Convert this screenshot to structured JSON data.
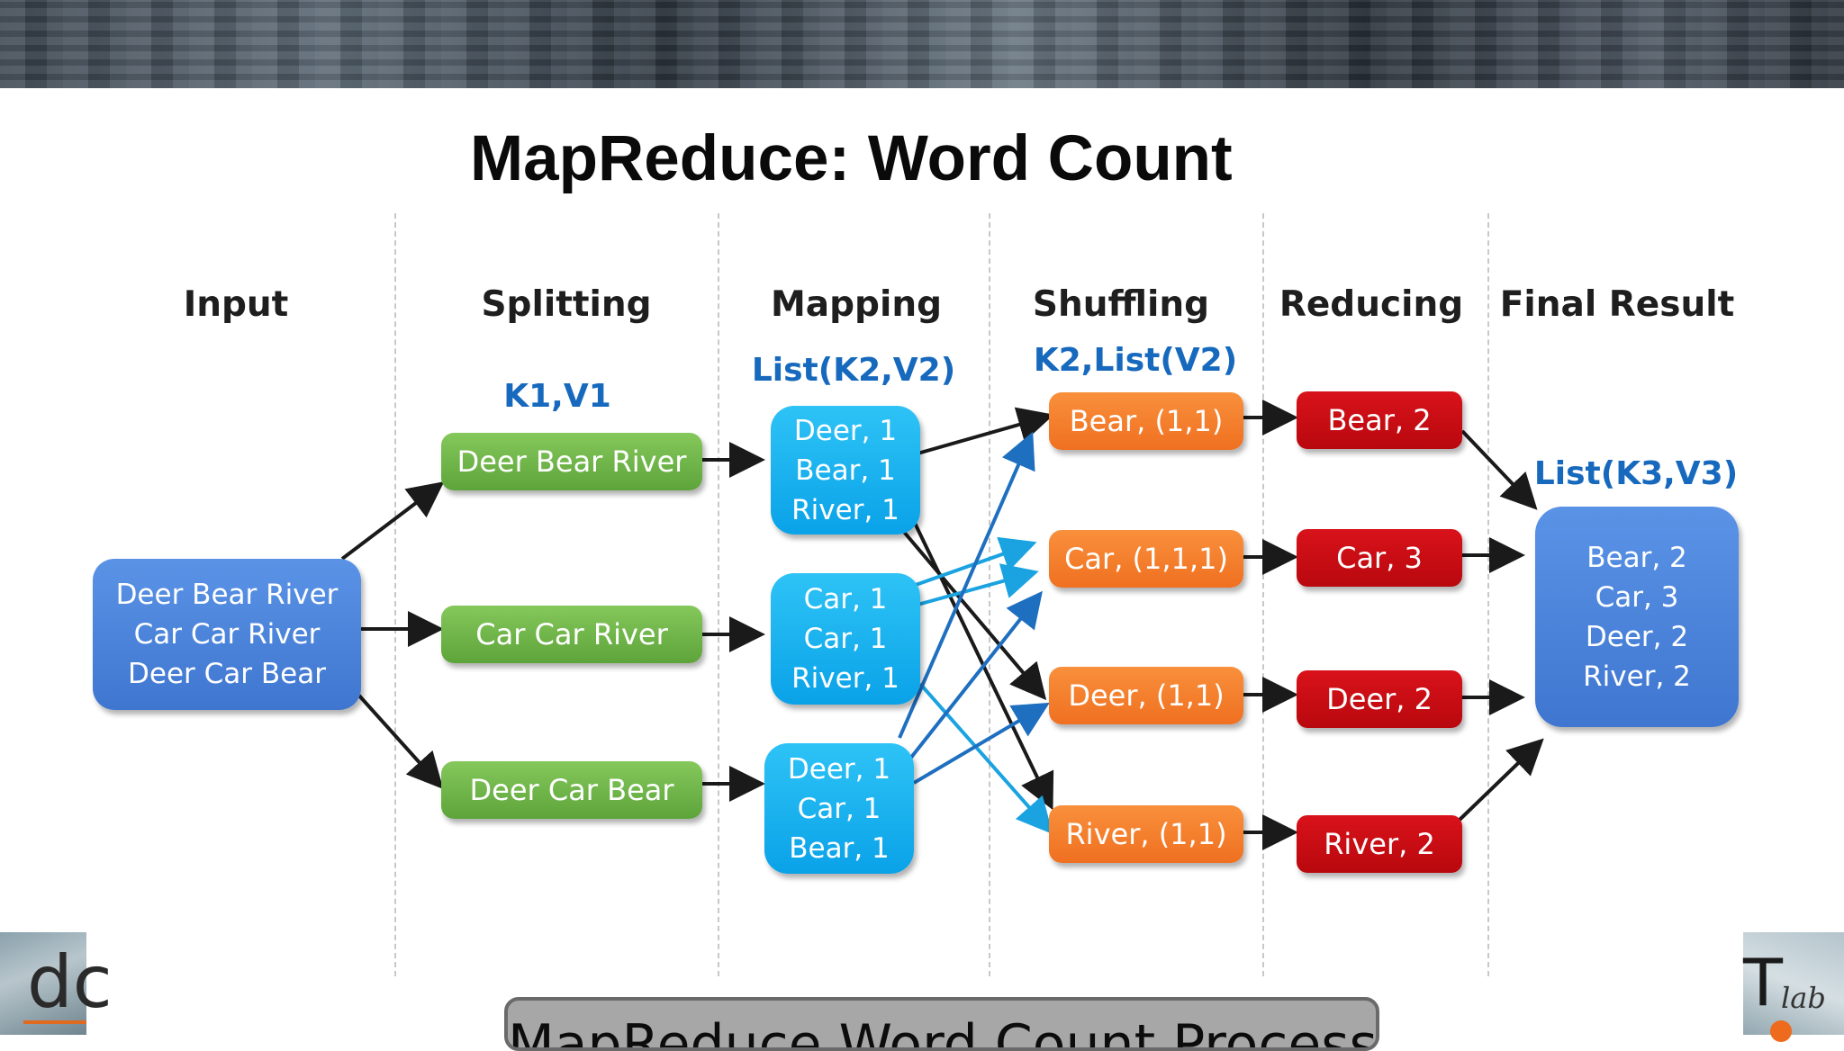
{
  "title": "MapReduce: Word Count",
  "columns": {
    "input": "Input",
    "splitting": "Splitting",
    "mapping": "Mapping",
    "shuffling": "Shuffling",
    "reducing": "Reducing",
    "final_result": "Final Result"
  },
  "kv_labels": {
    "splitting": "K1,V1",
    "mapping": "List(K2,V2)",
    "shuffling": "K2,List(V2)",
    "final": "List(K3,V3)"
  },
  "input_box": [
    "Deer Bear River",
    "Car Car River",
    "Deer Car Bear"
  ],
  "splits": [
    "Deer Bear River",
    "Car Car River",
    "Deer Car Bear"
  ],
  "maps": [
    [
      "Deer, 1",
      "Bear, 1",
      "River, 1"
    ],
    [
      "Car, 1",
      "Car, 1",
      "River, 1"
    ],
    [
      "Deer, 1",
      "Car, 1",
      "Bear, 1"
    ]
  ],
  "shuffles": [
    "Bear, (1,1)",
    "Car, (1,1,1)",
    "Deer, (1,1)",
    "River, (1,1)"
  ],
  "reduces": [
    "Bear, 2",
    "Car, 3",
    "Deer, 2",
    "River, 2"
  ],
  "final_box": [
    "Bear, 2",
    "Car, 3",
    "Deer, 2",
    "River, 2"
  ],
  "caption": "MapReduce Word Count Process",
  "logos": {
    "left_text": "dc",
    "right_text": "T",
    "right_sub": "lab"
  },
  "colors": {
    "input_blue": "#4a83dc",
    "split_green": "#6cb447",
    "map_cyan": "#14b1ee",
    "shuffle_orange": "#f47d2c",
    "reduce_red": "#c80d14",
    "kv_blue": "#1769bd",
    "arrow_dark": "#1a1a1a",
    "arrow_blue": "#1f6fc0",
    "arrow_light_blue": "#1aa3e0"
  }
}
